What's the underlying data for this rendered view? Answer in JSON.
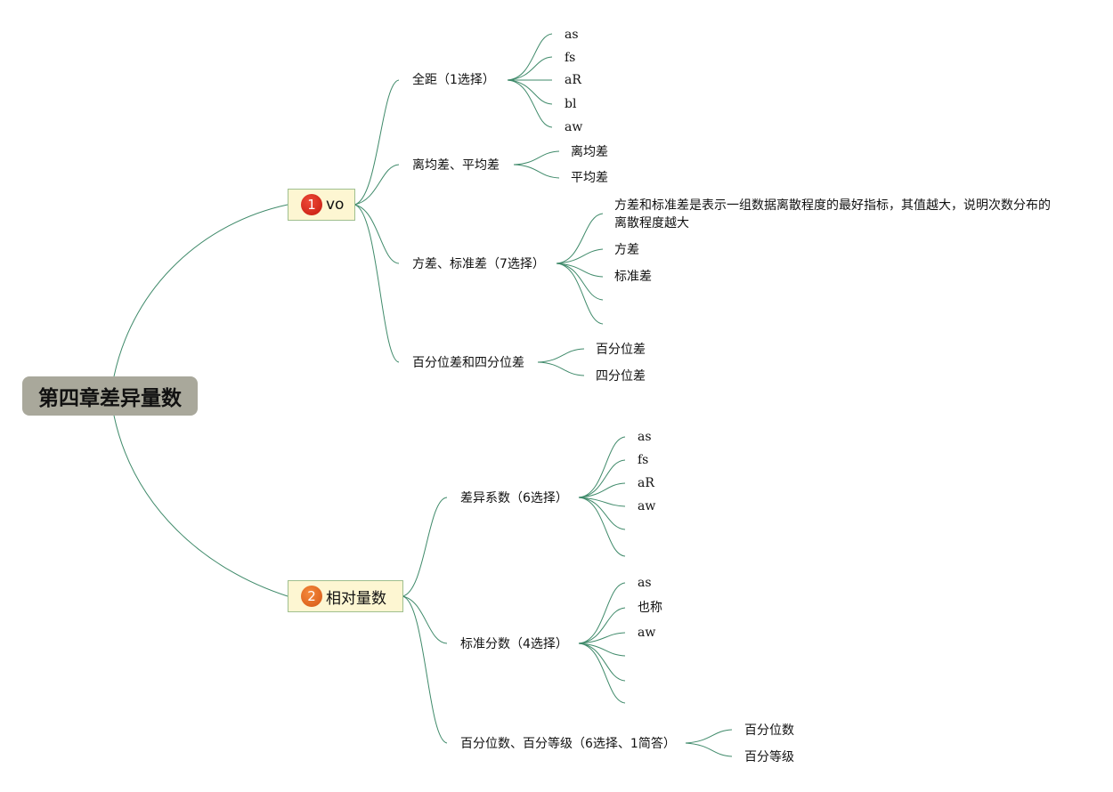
{
  "root": {
    "title": "第四章差异量数"
  },
  "branches": [
    {
      "number": "1",
      "label": "vo",
      "children": [
        {
          "label": "全距（1选择）",
          "leaves": [
            "as",
            "fs",
            "aR",
            "bl",
            "aw"
          ]
        },
        {
          "label": "离均差、平均差",
          "leaves": [
            "离均差",
            "平均差"
          ]
        },
        {
          "label": "方差、标准差（7选择）",
          "leaves": [
            "方差和标准差是表示一组数据离散程度的最好指标，其值越大，说明次数分布的离散程度越大",
            "方差",
            "标准差",
            "",
            ""
          ]
        },
        {
          "label": "百分位差和四分位差",
          "leaves": [
            "百分位差",
            "四分位差"
          ]
        }
      ]
    },
    {
      "number": "2",
      "label": "相对量数",
      "children": [
        {
          "label": "差异系数（6选择）",
          "leaves": [
            "as",
            "fs",
            "aR",
            "aw",
            "",
            ""
          ]
        },
        {
          "label": "标准分数（4选择）",
          "leaves": [
            "as",
            "也称",
            "aw",
            "",
            "",
            ""
          ]
        },
        {
          "label": "百分位数、百分等级（6选择、1简答）",
          "leaves": [
            "百分位数",
            "百分等级"
          ]
        }
      ]
    }
  ]
}
